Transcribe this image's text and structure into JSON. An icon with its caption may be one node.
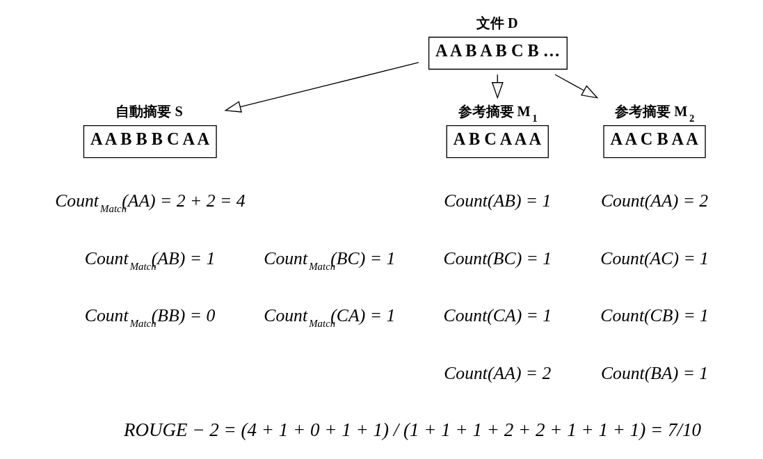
{
  "diagram": {
    "nodes": [
      {
        "text": [
          "文件 D",
          "A A B A B C B …"
        ]
      },
      {
        "text": [
          "自動摘要 S",
          "A A B B B C A A"
        ]
      },
      {
        "text": [
          "参考摘要 M$_{1}$",
          "A B C A A A"
        ]
      },
      {
        "text": [
          "参考摘要 M$_{2}$",
          "A A C B A A"
        ]
      }
    ],
    "edges": [
      {
        "from": 0,
        "to": 1,
        "arrow": "to"
      },
      {
        "from": 0,
        "to": 2,
        "arrow": "to"
      },
      {
        "from": 0,
        "to": 3,
        "arrow": "to"
      }
    ],
    "labels": [
      "Count$_{Match}$(AA) = 2 + 2 = 4",
      "Count(AB) = 1",
      "Count(AA) = 2",
      "Count$_{Match}$(AB) = 1",
      "Count$_{Match}$(BC) = 1",
      "Count(BC) = 1",
      "Count(AC) = 1",
      "Count$_{Match}$(BB) = 0",
      "Count$_{Match}$(CA) = 1",
      "Count(CA) = 1",
      "Count(CB) = 1",
      "Count(AA) = 2",
      "Count(BA) = 1",
      "ROUGE − 2 = (4 + 1 + 0 + 1 + 1) / (1 + 1 + 1 + 2 + 2 + 1 + 1 + 1) = 7/10"
    ]
  }
}
